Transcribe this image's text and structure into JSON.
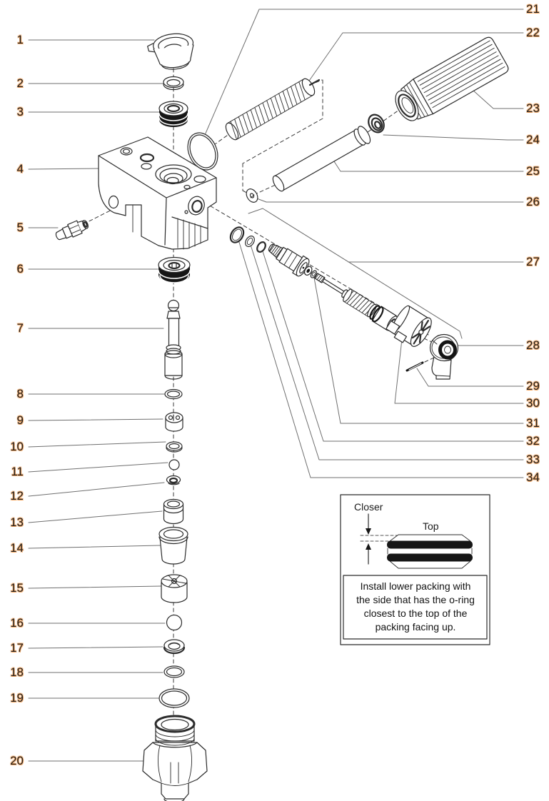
{
  "callouts": [
    {
      "n": "1"
    },
    {
      "n": "2"
    },
    {
      "n": "3"
    },
    {
      "n": "4"
    },
    {
      "n": "5"
    },
    {
      "n": "6"
    },
    {
      "n": "7"
    },
    {
      "n": "8"
    },
    {
      "n": "9"
    },
    {
      "n": "10"
    },
    {
      "n": "11"
    },
    {
      "n": "12"
    },
    {
      "n": "13"
    },
    {
      "n": "14"
    },
    {
      "n": "15"
    },
    {
      "n": "16"
    },
    {
      "n": "17"
    },
    {
      "n": "18"
    },
    {
      "n": "19"
    },
    {
      "n": "20"
    },
    {
      "n": "21"
    },
    {
      "n": "22"
    },
    {
      "n": "23"
    },
    {
      "n": "24"
    },
    {
      "n": "25"
    },
    {
      "n": "26"
    },
    {
      "n": "27"
    },
    {
      "n": "28"
    },
    {
      "n": "29"
    },
    {
      "n": "30"
    },
    {
      "n": "31"
    },
    {
      "n": "32"
    },
    {
      "n": "33"
    },
    {
      "n": "34"
    }
  ],
  "inset": {
    "closer": "Closer",
    "top": "Top",
    "instruction": "Install lower packing with\nthe side that has the o-ring\nclosest to the top of the\npacking facing up."
  },
  "colors": {
    "ink": "#2b2b2b",
    "leader": "#6f6f6f",
    "number": "#232323",
    "number_halo": "#f0913c",
    "panel_gray": "#e3e3e3",
    "dark_fill": "#161616"
  }
}
